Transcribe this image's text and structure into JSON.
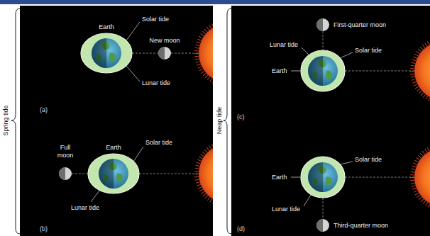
{
  "diagram": {
    "labels": [
      "Earth",
      "Solar tide",
      "New moon",
      "Lunar tide",
      "(a)",
      "Spring tide",
      "Full moon",
      "Earth",
      "Solar tide",
      "Lunar tide",
      "(b)",
      "First-quarter moon",
      "Lunar tide",
      "Solar tide",
      "Earth",
      "Neap tide",
      "(c)",
      "Solar tide",
      "Earth",
      "Lunar tide",
      "Third-quarter moon",
      "(d)"
    ]
  }
}
